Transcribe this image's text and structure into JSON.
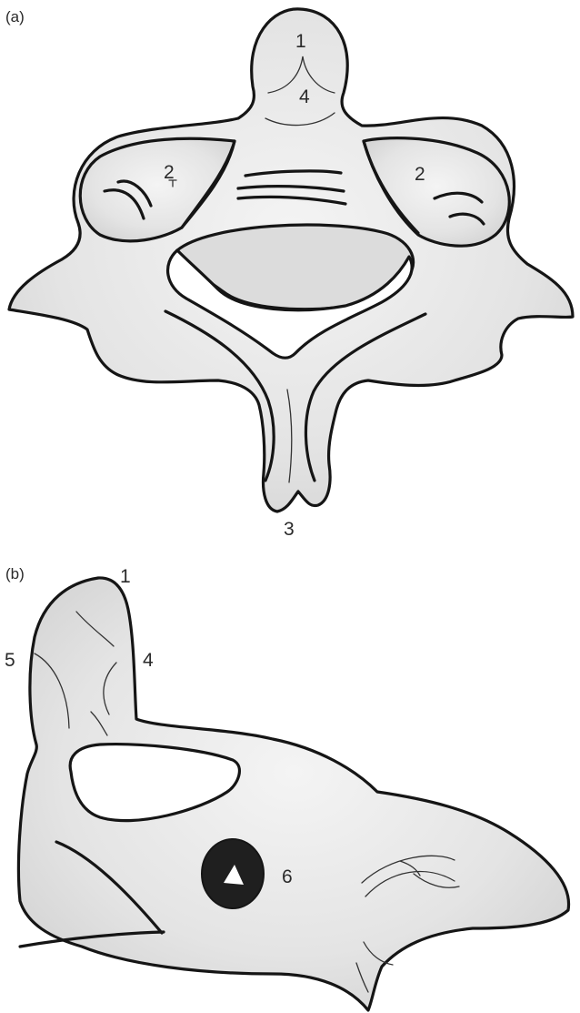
{
  "panels": [
    {
      "label": "(a)",
      "numbers": [
        "1",
        "4",
        "2",
        "2",
        "3"
      ]
    },
    {
      "label": "(b)",
      "numbers": [
        "1",
        "5",
        "4",
        "6"
      ]
    }
  ]
}
